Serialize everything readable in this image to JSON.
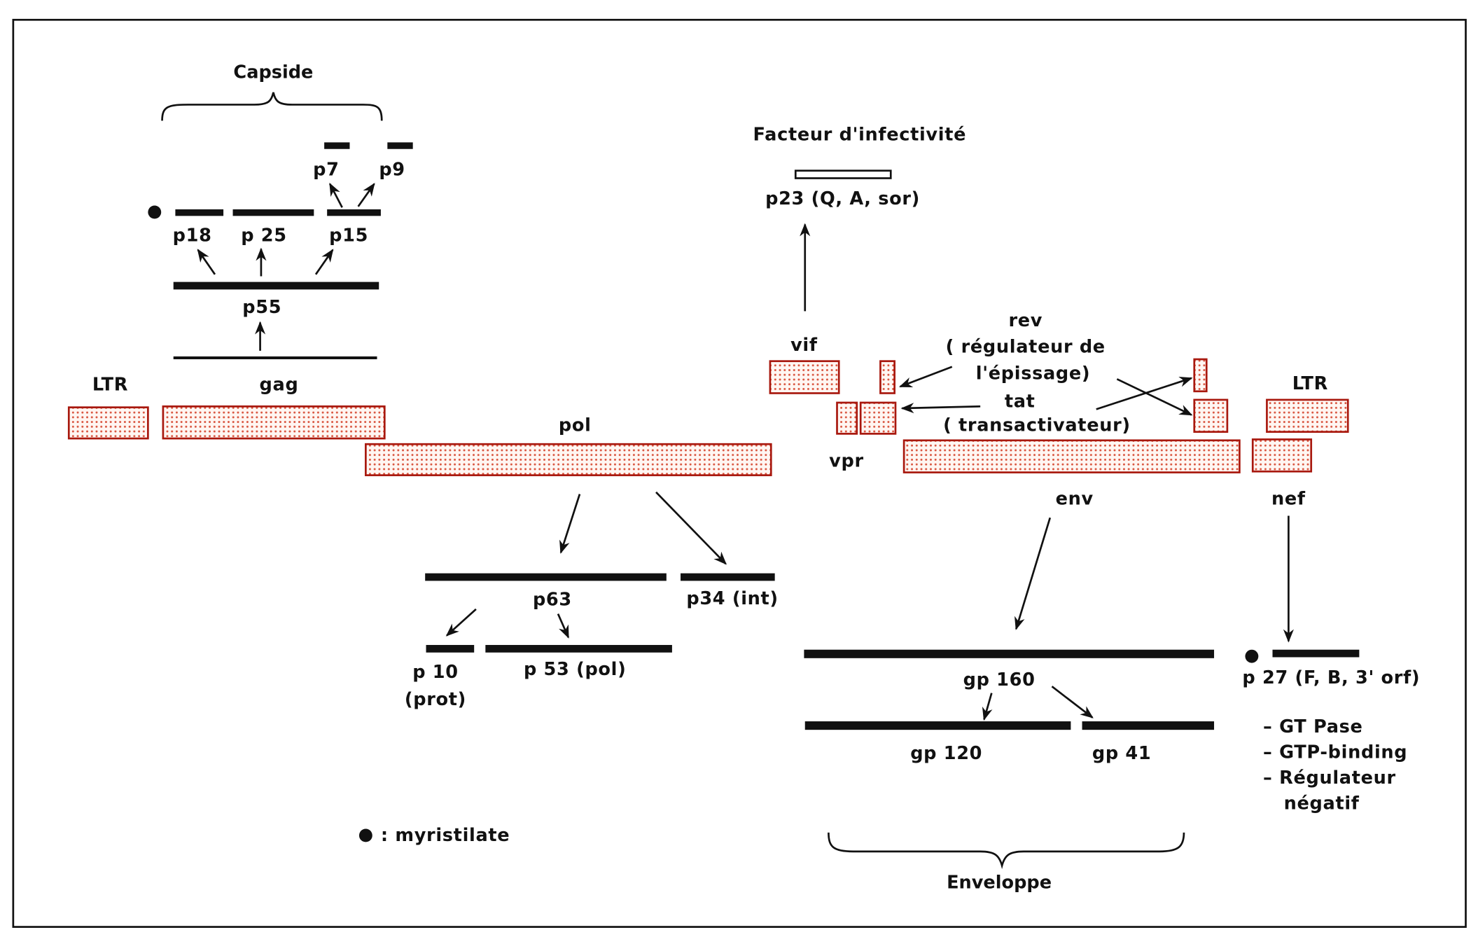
{
  "title_capside": "Capside",
  "title_enveloppe": "Enveloppe",
  "legend": {
    "symbol": "●",
    "text": ": myristilate"
  },
  "colors": {
    "gene_border": "#a8180e",
    "gene_dots": "#d9553f",
    "protein": "#111111",
    "frame": "#111111"
  },
  "genes": {
    "ltr5": "LTR",
    "gag": "gag",
    "pol": "pol",
    "vif": "vif",
    "vpr": "vpr",
    "rev": "rev",
    "rev_desc1": "( régulateur de",
    "rev_desc2": "l'épissage)",
    "tat": "tat",
    "tat_desc": "( transactivateur)",
    "ltr3": "LTR",
    "env": "env",
    "nef": "nef"
  },
  "proteins": {
    "p7": "p7",
    "p9": "p9",
    "p18": "p18",
    "p25": "p 25",
    "p15": "p15",
    "p55": "p55",
    "facteur": "Facteur d'infectivité",
    "p23": "p23 (Q, A, sor)",
    "p63": "p63",
    "p34": "p34 (int)",
    "p10": "p 10",
    "p10_desc": "(prot)",
    "p53": "p 53 (pol)",
    "gp160": "gp 160",
    "gp120": "gp 120",
    "gp41": "gp 41",
    "p27": "p 27 (F, B, 3' orf)"
  },
  "nef_functions": [
    "– GT Pase",
    "– GTP-binding",
    "– Régulateur",
    "négatif"
  ]
}
